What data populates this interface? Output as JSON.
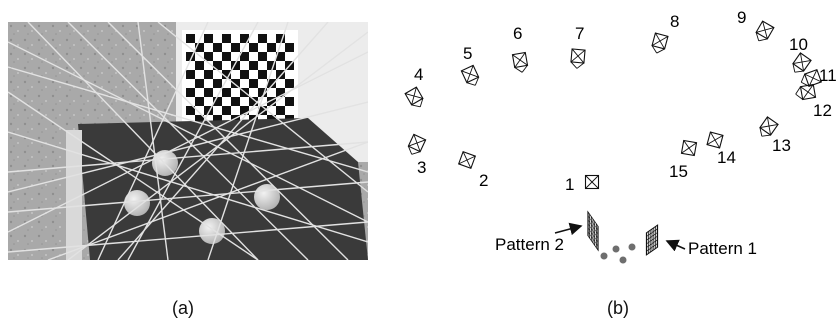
{
  "captions": {
    "a": "(a)",
    "b": "(b)"
  },
  "cameras": [
    {
      "label": "1"
    },
    {
      "label": "2"
    },
    {
      "label": "3"
    },
    {
      "label": "4"
    },
    {
      "label": "5"
    },
    {
      "label": "6"
    },
    {
      "label": "7"
    },
    {
      "label": "8"
    },
    {
      "label": "9"
    },
    {
      "label": "10"
    },
    {
      "label": "11"
    },
    {
      "label": "12"
    },
    {
      "label": "13"
    },
    {
      "label": "14"
    },
    {
      "label": "15"
    }
  ],
  "patterns": {
    "pattern2": "Pattern 2",
    "pattern1": "Pattern 1"
  },
  "colors": {
    "line": "#111111",
    "ball": "#6e6e6e"
  }
}
